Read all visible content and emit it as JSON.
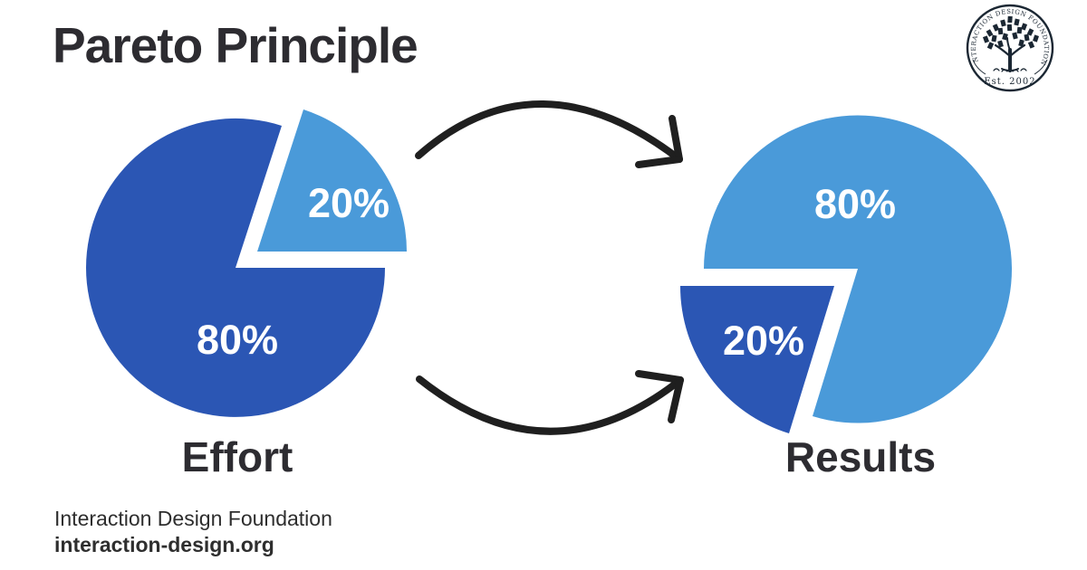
{
  "title": "Pareto Principle",
  "colors": {
    "dark_blue": "#2B56B4",
    "light_blue": "#4A9AD9",
    "ink": "#2D2C31",
    "arrow": "#1F1F1F",
    "label_white": "#FFFFFF"
  },
  "logo": {
    "ring_text": "INTERACTION DESIGN FOUNDATION",
    "established": "Est. 2002"
  },
  "chart_data": [
    {
      "type": "pie",
      "title": "Effort",
      "slices": [
        {
          "label": "80%",
          "value": 80,
          "color": "#2B56B4",
          "exploded": false
        },
        {
          "label": "20%",
          "value": 20,
          "color": "#4A9AD9",
          "exploded": true
        }
      ],
      "legend_position": "none",
      "labels_inside": true
    },
    {
      "type": "pie",
      "title": "Results",
      "slices": [
        {
          "label": "80%",
          "value": 80,
          "color": "#4A9AD9",
          "exploded": false
        },
        {
          "label": "20%",
          "value": 20,
          "color": "#2B56B4",
          "exploded": true
        }
      ],
      "legend_position": "none",
      "labels_inside": true
    }
  ],
  "footer": {
    "org_name": "Interaction Design Foundation",
    "website": "interaction-design.org"
  }
}
